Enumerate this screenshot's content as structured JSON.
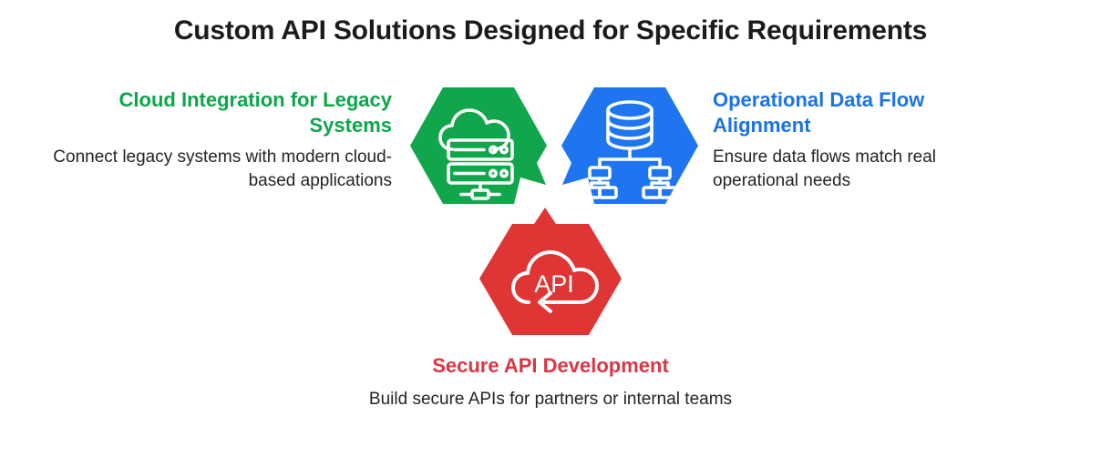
{
  "page": {
    "title": "Custom API Solutions Designed for Specific Requirements",
    "background_color": "#ffffff",
    "title_color": "#1b1b1b"
  },
  "colors": {
    "green": "#0ca64a",
    "green_hex": "#11a64b",
    "blue": "#1a73e8",
    "blue_hex": "#1f75ef",
    "red": "#dc3545",
    "red_hex": "#e03535",
    "icon_stroke": "#ffffff"
  },
  "blocks": [
    {
      "id": "cloud",
      "heading": "Cloud Integration for Legacy Systems",
      "body": "Connect legacy systems with modern cloud-based applications",
      "color": "#0ca64a",
      "align": "right",
      "icon": "cloud-server-icon",
      "hex_color": "#11a64b",
      "tail": "right"
    },
    {
      "id": "data",
      "heading": "Operational Data Flow Alignment",
      "body": "Ensure data flows match real operational needs",
      "color": "#1a73e8",
      "align": "left",
      "icon": "database-hierarchy-icon",
      "hex_color": "#1f75ef",
      "tail": "left"
    },
    {
      "id": "api",
      "heading": "Secure API Development",
      "body": "Build secure APIs for partners or internal teams",
      "color": "#dc3545",
      "align": "center",
      "icon": "api-cloud-arrow-icon",
      "hex_color": "#e03535",
      "tail": "top",
      "icon_label": "API"
    }
  ]
}
